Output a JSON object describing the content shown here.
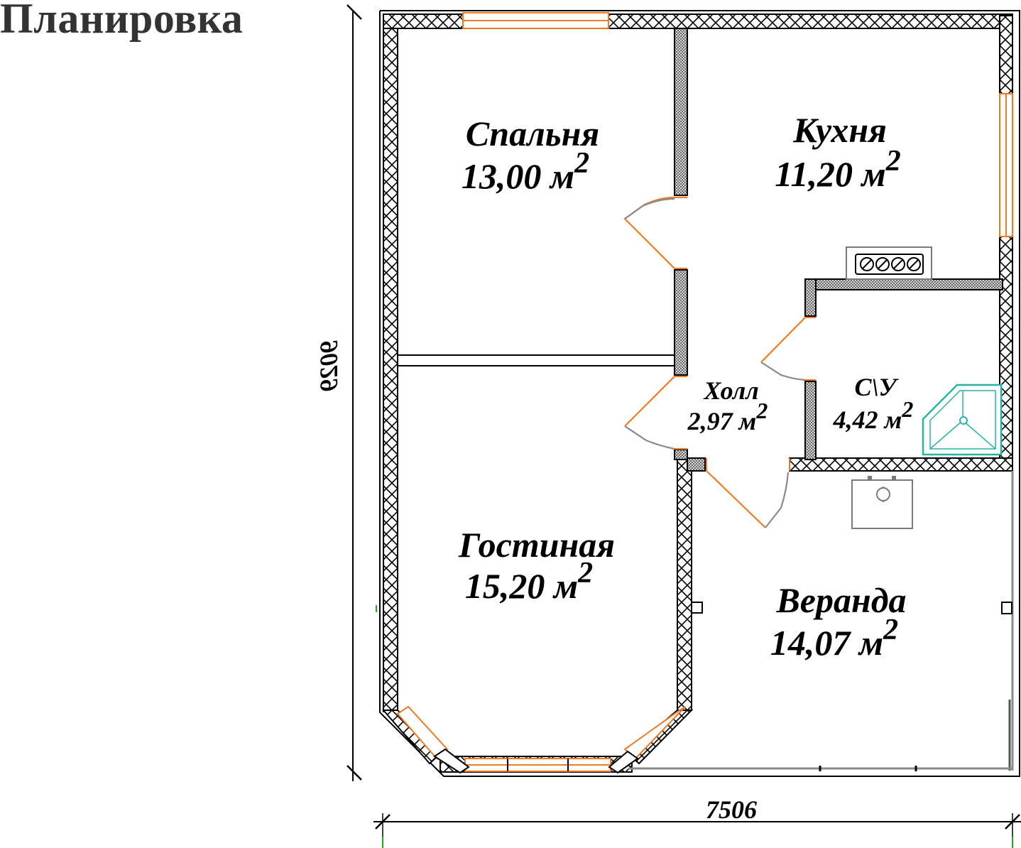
{
  "title": "Планировка",
  "dimensions": {
    "width": "7506",
    "height": "9029"
  },
  "rooms": [
    {
      "name": "Спальня",
      "area": "13,00 м",
      "sup": "2"
    },
    {
      "name": "Кухня",
      "area": "11,20 м",
      "sup": "2"
    },
    {
      "name": "Холл",
      "area": "2,97 м",
      "sup": "2"
    },
    {
      "name": "С\\У",
      "area": "4,42 м",
      "sup": "2"
    },
    {
      "name": "Гостиная",
      "area": "15,20 м",
      "sup": "2"
    },
    {
      "name": "Веранда",
      "area": "14,07 м",
      "sup": "2"
    }
  ],
  "colors": {
    "wall_outline": "#000000",
    "wall_fill": "#b5b5b5",
    "window": "#f07a24",
    "door_leaf": "#f07a24",
    "door_swing": "#8a8a8a",
    "shower": "#2ab3a3",
    "fixture": "#7a7a7a",
    "dimension_tick": "#22aa22"
  },
  "icons": {
    "stove": "stove-icon",
    "sink": "sink-icon",
    "shower": "shower-tray-icon"
  }
}
